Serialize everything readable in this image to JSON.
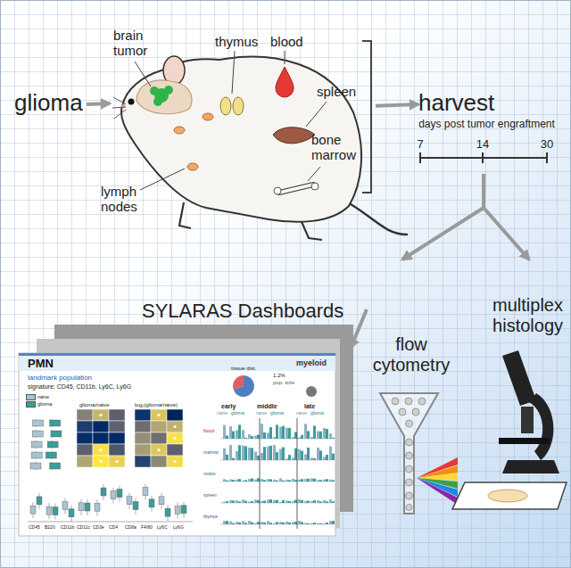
{
  "diagram": {
    "nodes": [
      {
        "text": [
          "glioma"
        ]
      },
      {
        "text": [
          "brain tumor",
          "thymus",
          "blood",
          "spleen",
          "bone marrow",
          "lymph nodes"
        ]
      },
      {
        "text": [
          "harvest"
        ]
      },
      {
        "text": [
          "days post tumor engraftment",
          "7",
          "14",
          "30"
        ]
      },
      {
        "text": [
          "flow cytometry"
        ]
      },
      {
        "text": [
          "multiplex histology"
        ]
      },
      {
        "text": [
          "SYLARAS Dashboards"
        ]
      },
      {
        "text": [
          "PMN",
          "myeloid",
          "landmark population",
          "signature: CD45, CD11b, Ly6C, Ly6G"
        ],
        "in": 6
      }
    ],
    "edges": [
      {
        "from": 0,
        "to": 1,
        "arrow": "to"
      },
      {
        "from": 1,
        "to": 2,
        "arrow": "to"
      },
      {
        "from": 3,
        "to": 4,
        "arrow": "to"
      },
      {
        "from": 3,
        "to": 5,
        "arrow": "to"
      },
      {
        "from": 4,
        "to": 6,
        "arrow": "to"
      }
    ],
    "labels": [
      "glioma/naive",
      "log₂(glioma/naive)",
      "tissue dist.",
      "1.2%",
      "pop. size",
      "early",
      "middle",
      "late",
      "naive",
      "glioma",
      "naive",
      "glioma",
      "naive",
      "glioma",
      "blood",
      "marrow",
      "nodes",
      "spleen",
      "thymus",
      "CD45",
      "B220",
      "CD11b",
      "CD11c",
      "CD3e",
      "CD4",
      "CD8a",
      "F4/80",
      "Ly6C",
      "Ly6G"
    ],
    "legend": [
      {
        "text": "naive",
        "color": "#a9c3d0"
      },
      {
        "text": "glioma",
        "color": "#3b9e9a"
      }
    ]
  }
}
